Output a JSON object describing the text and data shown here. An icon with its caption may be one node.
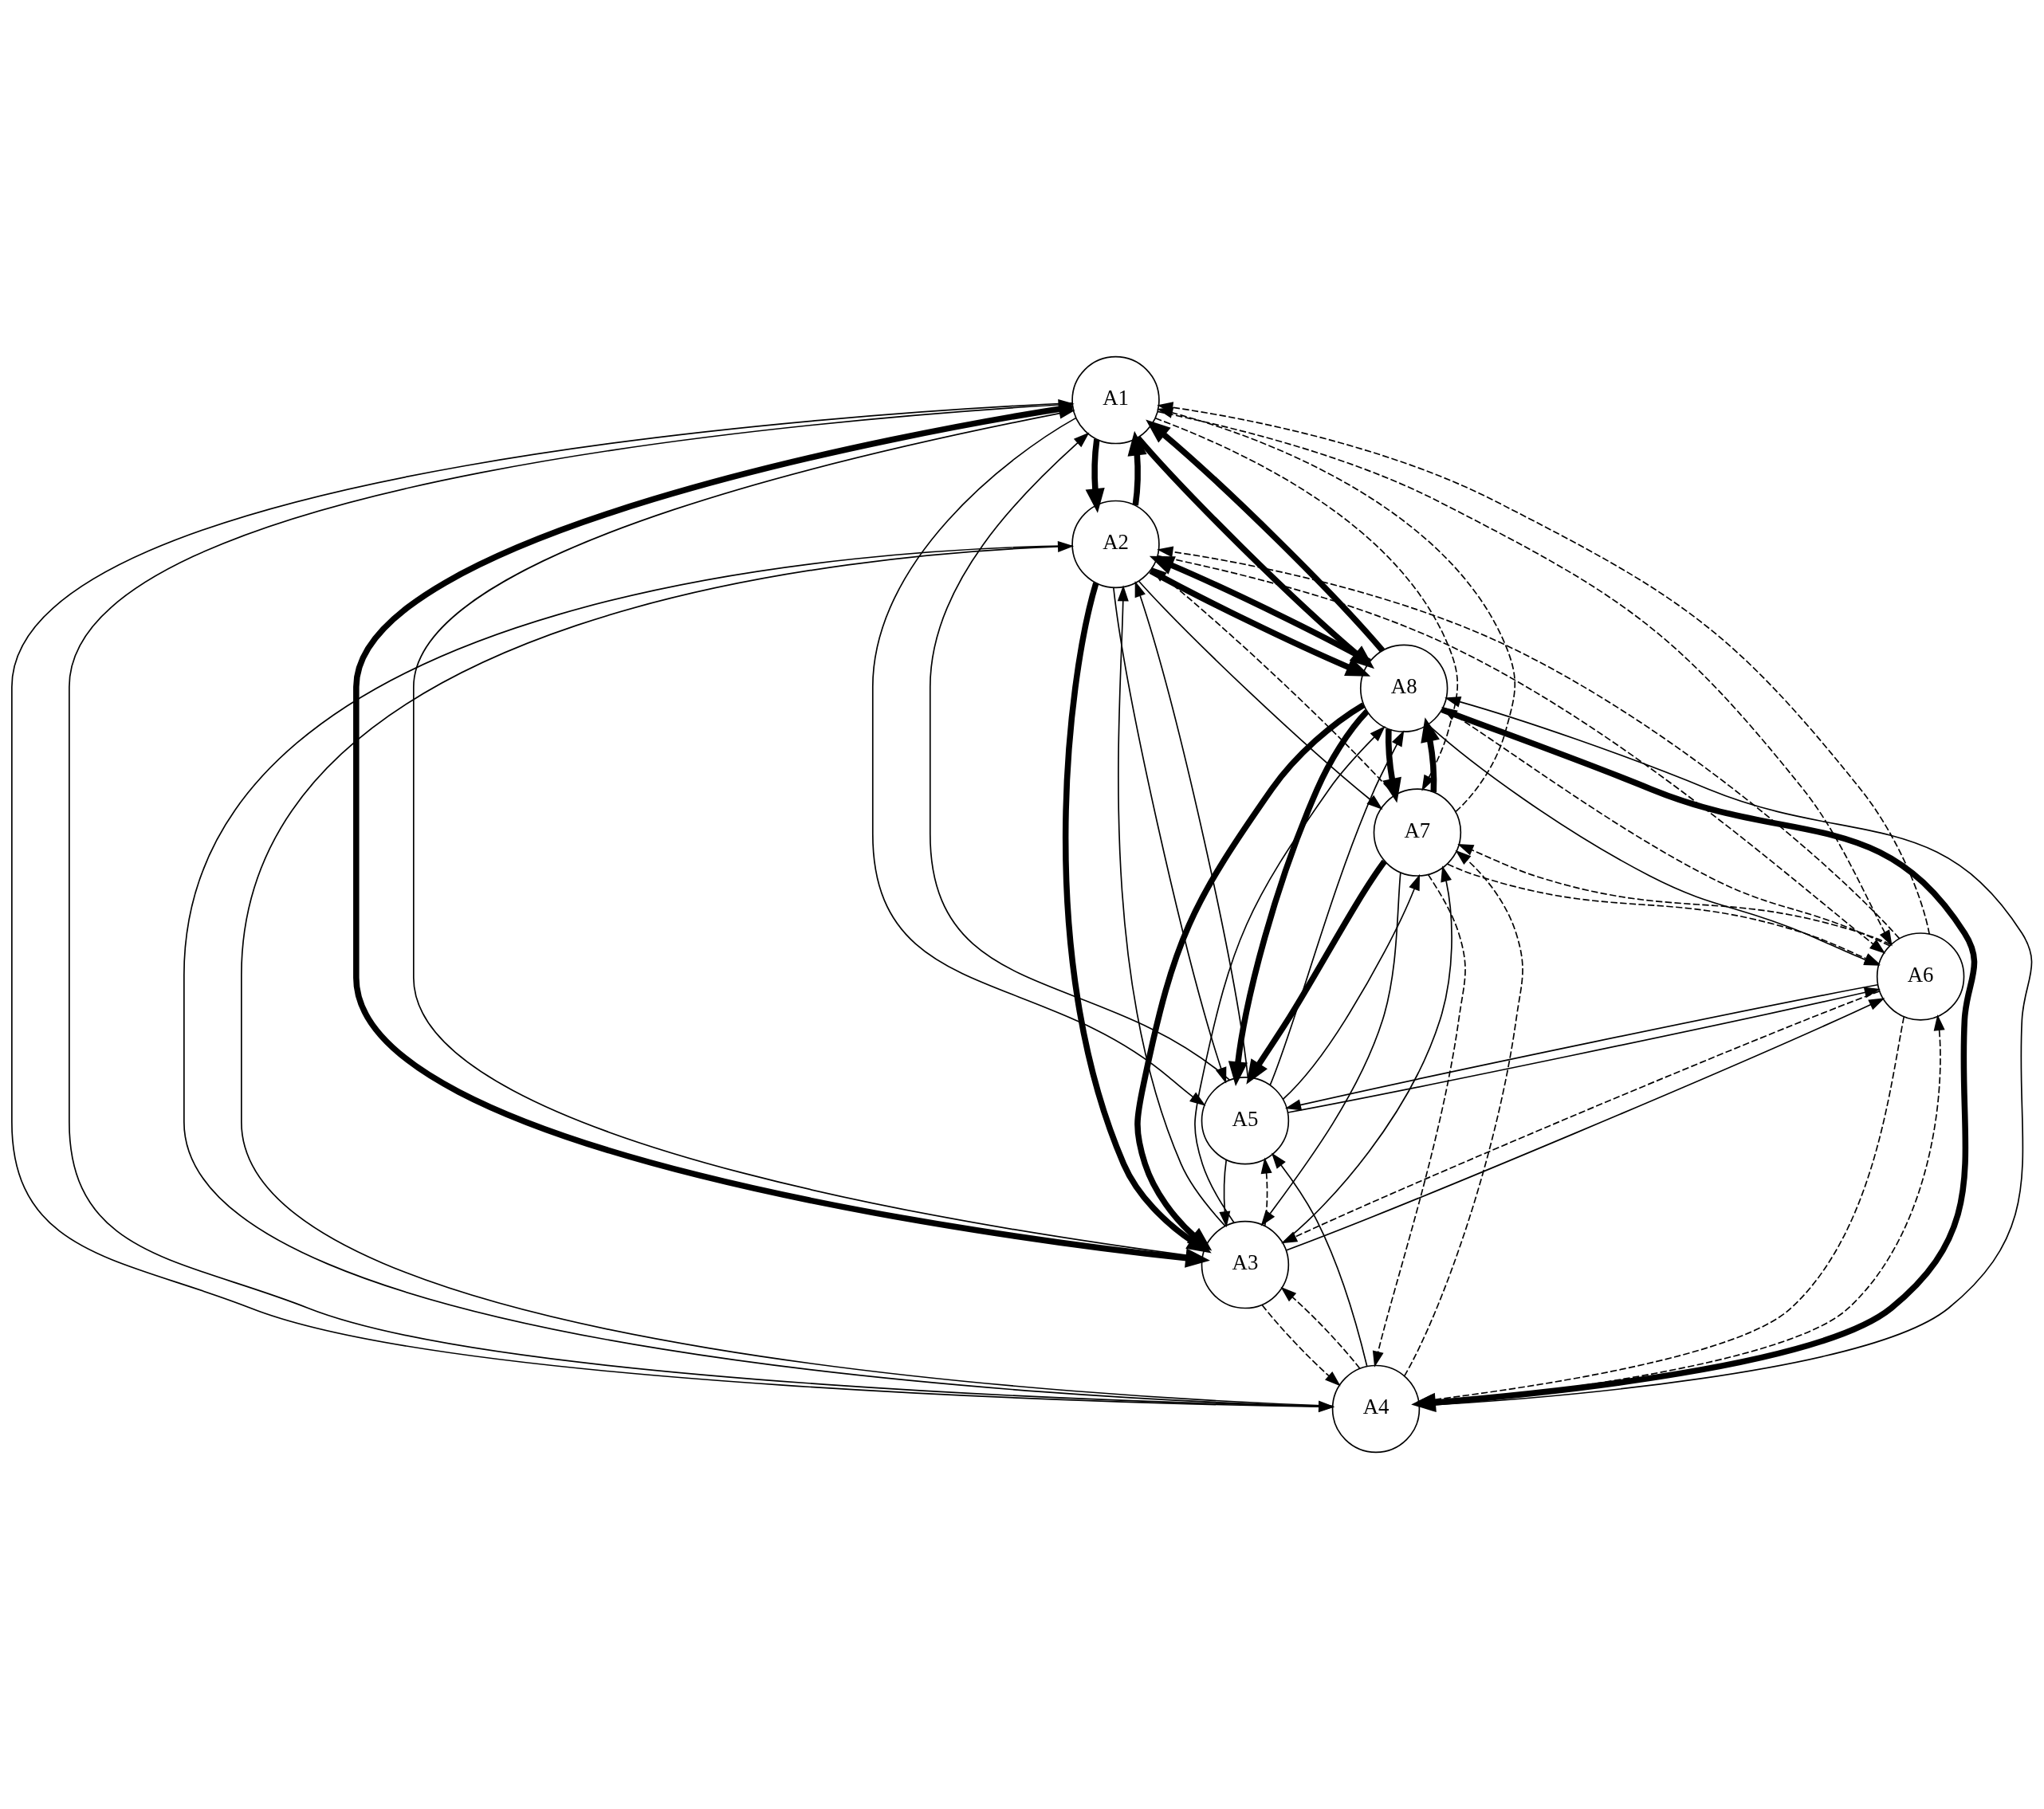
{
  "diagram": {
    "nodes": [
      {
        "text": [
          "A1"
        ]
      },
      {
        "text": [
          "A2"
        ]
      },
      {
        "text": [
          "A3"
        ]
      },
      {
        "text": [
          "A4"
        ]
      },
      {
        "text": [
          "A5"
        ]
      },
      {
        "text": [
          "A6"
        ]
      },
      {
        "text": [
          "A7"
        ]
      },
      {
        "text": [
          "A8"
        ]
      }
    ],
    "edges": [
      {
        "from": 0,
        "to": 1,
        "arrow": "to",
        "style": "thick"
      },
      {
        "from": 1,
        "to": 0,
        "arrow": "to",
        "style": "thick"
      },
      {
        "from": 0,
        "to": 3,
        "arrow": "to"
      },
      {
        "from": 3,
        "to": 0,
        "arrow": "to"
      },
      {
        "from": 0,
        "to": 2,
        "arrow": "to",
        "style": "thick"
      },
      {
        "from": 2,
        "to": 0,
        "arrow": "to"
      },
      {
        "from": 0,
        "to": 4,
        "arrow": "to"
      },
      {
        "from": 4,
        "to": 0,
        "arrow": "to"
      },
      {
        "from": 0,
        "to": 7,
        "arrow": "to",
        "style": "thick"
      },
      {
        "from": 7,
        "to": 0,
        "arrow": "to",
        "style": "thick"
      },
      {
        "from": 0,
        "to": 5,
        "arrow": "to",
        "style": "dashed"
      },
      {
        "from": 5,
        "to": 0,
        "arrow": "to",
        "style": "dashed"
      },
      {
        "from": 6,
        "to": 0,
        "arrow": "to",
        "style": "dashed"
      },
      {
        "from": 0,
        "to": 6,
        "arrow": "to",
        "style": "dashed"
      },
      {
        "from": 1,
        "to": 3,
        "arrow": "to"
      },
      {
        "from": 3,
        "to": 1,
        "arrow": "to"
      },
      {
        "from": 1,
        "to": 2,
        "arrow": "to",
        "style": "thick"
      },
      {
        "from": 2,
        "to": 1,
        "arrow": "to"
      },
      {
        "from": 1,
        "to": 4,
        "arrow": "to"
      },
      {
        "from": 4,
        "to": 1,
        "arrow": "to"
      },
      {
        "from": 1,
        "to": 7,
        "arrow": "to",
        "style": "thick"
      },
      {
        "from": 7,
        "to": 1,
        "arrow": "to",
        "style": "thick"
      },
      {
        "from": 1,
        "to": 6,
        "arrow": "to"
      },
      {
        "from": 6,
        "to": 1,
        "arrow": "to",
        "style": "dashed"
      },
      {
        "from": 1,
        "to": 5,
        "arrow": "to",
        "style": "dashed"
      },
      {
        "from": 5,
        "to": 1,
        "arrow": "to",
        "style": "dashed"
      },
      {
        "from": 7,
        "to": 6,
        "arrow": "to",
        "style": "thick"
      },
      {
        "from": 6,
        "to": 7,
        "arrow": "to",
        "style": "thick"
      },
      {
        "from": 7,
        "to": 4,
        "arrow": "to",
        "style": "thick"
      },
      {
        "from": 4,
        "to": 7,
        "arrow": "to"
      },
      {
        "from": 7,
        "to": 2,
        "arrow": "to",
        "style": "thick"
      },
      {
        "from": 2,
        "to": 7,
        "arrow": "to"
      },
      {
        "from": 7,
        "to": 3,
        "arrow": "to",
        "style": "thick"
      },
      {
        "from": 3,
        "to": 7,
        "arrow": "to"
      },
      {
        "from": 7,
        "to": 5,
        "arrow": "to"
      },
      {
        "from": 5,
        "to": 7,
        "arrow": "to",
        "style": "dashed"
      },
      {
        "from": 6,
        "to": 4,
        "arrow": "to",
        "style": "thick"
      },
      {
        "from": 4,
        "to": 6,
        "arrow": "to"
      },
      {
        "from": 6,
        "to": 2,
        "arrow": "to"
      },
      {
        "from": 2,
        "to": 6,
        "arrow": "to"
      },
      {
        "from": 6,
        "to": 5,
        "arrow": "to",
        "style": "dashed"
      },
      {
        "from": 5,
        "to": 6,
        "arrow": "to",
        "style": "dashed"
      },
      {
        "from": 6,
        "to": 3,
        "arrow": "to",
        "style": "dashed"
      },
      {
        "from": 3,
        "to": 6,
        "arrow": "to",
        "style": "dashed"
      },
      {
        "from": 5,
        "to": 4,
        "arrow": "to"
      },
      {
        "from": 4,
        "to": 5,
        "arrow": "to"
      },
      {
        "from": 5,
        "to": 2,
        "arrow": "to",
        "style": "dashed"
      },
      {
        "from": 2,
        "to": 5,
        "arrow": "to"
      },
      {
        "from": 5,
        "to": 3,
        "arrow": "to",
        "style": "dashed"
      },
      {
        "from": 3,
        "to": 5,
        "arrow": "to",
        "style": "dashed"
      },
      {
        "from": 4,
        "to": 2,
        "arrow": "to"
      },
      {
        "from": 2,
        "to": 4,
        "arrow": "to",
        "style": "dashed"
      },
      {
        "from": 2,
        "to": 3,
        "arrow": "to",
        "style": "dashed"
      },
      {
        "from": 3,
        "to": 2,
        "arrow": "to",
        "style": "dashed"
      },
      {
        "from": 3,
        "to": 4,
        "arrow": "to"
      }
    ]
  }
}
